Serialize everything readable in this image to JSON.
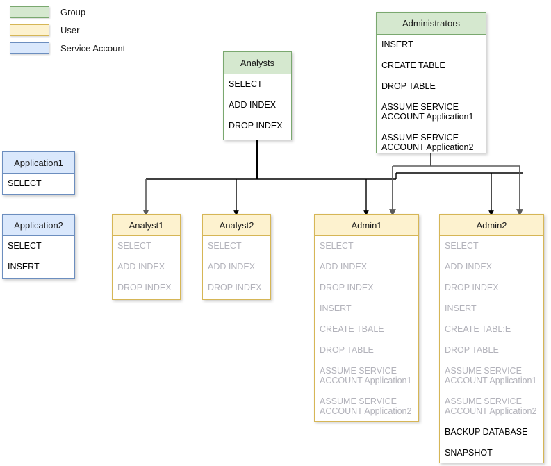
{
  "legend": {
    "items": [
      {
        "label": "Group",
        "color": "#d5e8cf",
        "border": "#7aa86f"
      },
      {
        "label": "User",
        "color": "#fdf2cf",
        "border": "#d6b656"
      },
      {
        "label": "Service Account",
        "color": "#dae8fc",
        "border": "#6c8ebf"
      }
    ]
  },
  "nodes": {
    "administrators": {
      "title": "Administrators",
      "type": "Group",
      "permissions": [
        {
          "text": "INSERT",
          "inherited": false
        },
        {
          "text": "CREATE TABLE",
          "inherited": false
        },
        {
          "text": "DROP TABLE",
          "inherited": false
        },
        {
          "text": "ASSUME SERVICE\nACCOUNT Application1",
          "inherited": false
        },
        {
          "text": "ASSUME SERVICE\nACCOUNT Application2",
          "inherited": false
        }
      ]
    },
    "analysts": {
      "title": "Analysts",
      "type": "Group",
      "permissions": [
        {
          "text": "SELECT",
          "inherited": false
        },
        {
          "text": "ADD INDEX",
          "inherited": false
        },
        {
          "text": "DROP INDEX",
          "inherited": false
        }
      ]
    },
    "application1": {
      "title": "Application1",
      "type": "Service Account",
      "permissions": [
        {
          "text": "SELECT",
          "inherited": false
        }
      ]
    },
    "application2": {
      "title": "Application2",
      "type": "Service Account",
      "permissions": [
        {
          "text": "SELECT",
          "inherited": false
        },
        {
          "text": "INSERT",
          "inherited": false
        }
      ]
    },
    "analyst1": {
      "title": "Analyst1",
      "type": "User",
      "permissions": [
        {
          "text": "SELECT",
          "inherited": true
        },
        {
          "text": "ADD INDEX",
          "inherited": true
        },
        {
          "text": "DROP INDEX",
          "inherited": true
        }
      ]
    },
    "analyst2": {
      "title": "Analyst2",
      "type": "User",
      "permissions": [
        {
          "text": "SELECT",
          "inherited": true
        },
        {
          "text": "ADD INDEX",
          "inherited": true
        },
        {
          "text": "DROP INDEX",
          "inherited": true
        }
      ]
    },
    "admin1": {
      "title": "Admin1",
      "type": "User",
      "permissions": [
        {
          "text": "SELECT",
          "inherited": true
        },
        {
          "text": "ADD INDEX",
          "inherited": true
        },
        {
          "text": "DROP INDEX",
          "inherited": true
        },
        {
          "text": "INSERT",
          "inherited": true
        },
        {
          "text": "CREATE TBALE",
          "inherited": true
        },
        {
          "text": "DROP TABLE",
          "inherited": true
        },
        {
          "text": "ASSUME SERVICE\nACCOUNT Application1",
          "inherited": true
        },
        {
          "text": "ASSUME SERVICE\nACCOUNT Application2",
          "inherited": true
        }
      ]
    },
    "admin2": {
      "title": "Admin2",
      "type": "User",
      "permissions": [
        {
          "text": "SELECT",
          "inherited": true
        },
        {
          "text": "ADD INDEX",
          "inherited": true
        },
        {
          "text": "DROP INDEX",
          "inherited": true
        },
        {
          "text": "INSERT",
          "inherited": true
        },
        {
          "text": "CREATE TABL:E",
          "inherited": true
        },
        {
          "text": "DROP TABLE",
          "inherited": true
        },
        {
          "text": "ASSUME SERVICE\nACCOUNT Application1",
          "inherited": true
        },
        {
          "text": "ASSUME SERVICE\nACCOUNT Application2",
          "inherited": true
        },
        {
          "text": "BACKUP DATABASE",
          "inherited": false
        },
        {
          "text": "SNAPSHOT",
          "inherited": false
        }
      ]
    }
  },
  "edges": [
    {
      "from": "analysts",
      "to": "analyst1",
      "color": "#6b6b6b"
    },
    {
      "from": "analysts",
      "to": "analyst2",
      "color": "#000000"
    },
    {
      "from": "analysts",
      "to": "admin1",
      "color": "#000000"
    },
    {
      "from": "analysts",
      "to": "admin2",
      "color": "#000000"
    },
    {
      "from": "administrators",
      "to": "admin1",
      "color": "#6b6b6b"
    },
    {
      "from": "administrators",
      "to": "admin2",
      "color": "#6b6b6b"
    }
  ]
}
